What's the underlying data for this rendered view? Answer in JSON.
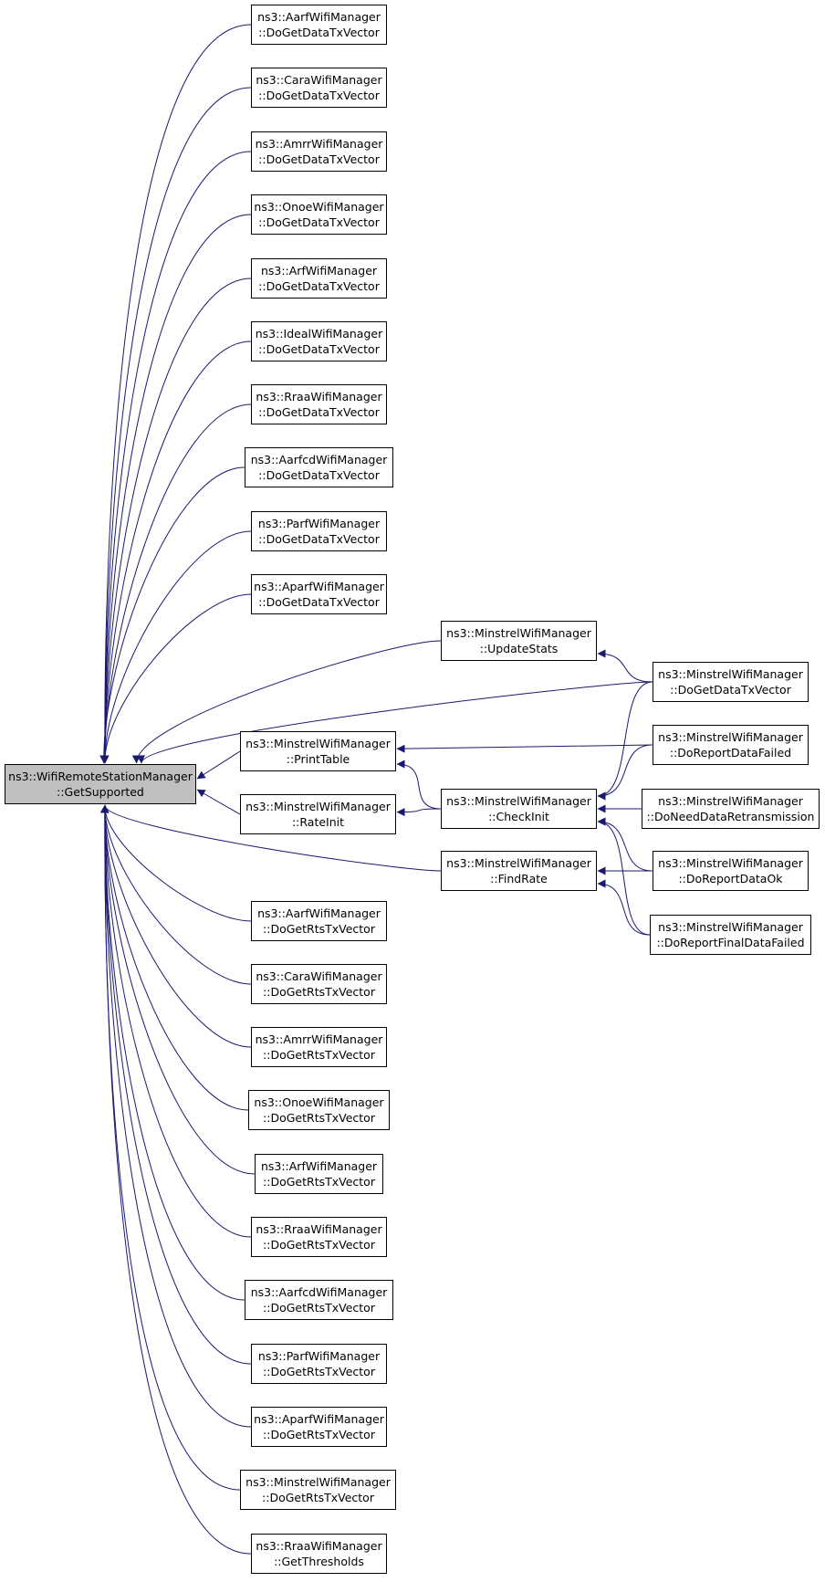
{
  "colors": {
    "edge": "#191970",
    "root_fill": "#bfbfbf",
    "node_fill": "#ffffff",
    "border": "#000000"
  },
  "nodes": [
    {
      "id": "root",
      "lines": [
        "ns3::WifiRemoteStationManager",
        "::GetSupported"
      ],
      "root": true
    },
    {
      "id": "aarf-data",
      "lines": [
        "ns3::AarfWifiManager",
        "::DoGetDataTxVector"
      ]
    },
    {
      "id": "cara-data",
      "lines": [
        "ns3::CaraWifiManager",
        "::DoGetDataTxVector"
      ]
    },
    {
      "id": "amrr-data",
      "lines": [
        "ns3::AmrrWifiManager",
        "::DoGetDataTxVector"
      ]
    },
    {
      "id": "onoe-data",
      "lines": [
        "ns3::OnoeWifiManager",
        "::DoGetDataTxVector"
      ]
    },
    {
      "id": "arf-data",
      "lines": [
        "ns3::ArfWifiManager",
        "::DoGetDataTxVector"
      ]
    },
    {
      "id": "ideal-data",
      "lines": [
        "ns3::IdealWifiManager",
        "::DoGetDataTxVector"
      ]
    },
    {
      "id": "rraa-data",
      "lines": [
        "ns3::RraaWifiManager",
        "::DoGetDataTxVector"
      ]
    },
    {
      "id": "aarfcd-data",
      "lines": [
        "ns3::AarfcdWifiManager",
        "::DoGetDataTxVector"
      ]
    },
    {
      "id": "parf-data",
      "lines": [
        "ns3::ParfWifiManager",
        "::DoGetDataTxVector"
      ]
    },
    {
      "id": "aparf-data",
      "lines": [
        "ns3::AparfWifiManager",
        "::DoGetDataTxVector"
      ]
    },
    {
      "id": "minstrel-updatestats",
      "lines": [
        "ns3::MinstrelWifiManager",
        "::UpdateStats"
      ]
    },
    {
      "id": "minstrel-printtable",
      "lines": [
        "ns3::MinstrelWifiManager",
        "::PrintTable"
      ]
    },
    {
      "id": "minstrel-rateinit",
      "lines": [
        "ns3::MinstrelWifiManager",
        "::RateInit"
      ]
    },
    {
      "id": "minstrel-checkinit",
      "lines": [
        "ns3::MinstrelWifiManager",
        "::CheckInit"
      ]
    },
    {
      "id": "minstrel-findrate",
      "lines": [
        "ns3::MinstrelWifiManager",
        "::FindRate"
      ]
    },
    {
      "id": "minstrel-dogetdata",
      "lines": [
        "ns3::MinstrelWifiManager",
        "::DoGetDataTxVector"
      ]
    },
    {
      "id": "minstrel-doreportdatafailed",
      "lines": [
        "ns3::MinstrelWifiManager",
        "::DoReportDataFailed"
      ]
    },
    {
      "id": "minstrel-doneeddataretrans",
      "lines": [
        "ns3::MinstrelWifiManager",
        "::DoNeedDataRetransmission"
      ]
    },
    {
      "id": "minstrel-doreportdataok",
      "lines": [
        "ns3::MinstrelWifiManager",
        "::DoReportDataOk"
      ]
    },
    {
      "id": "minstrel-doreportfinaldatafailed",
      "lines": [
        "ns3::MinstrelWifiManager",
        "::DoReportFinalDataFailed"
      ]
    },
    {
      "id": "aarf-rts",
      "lines": [
        "ns3::AarfWifiManager",
        "::DoGetRtsTxVector"
      ]
    },
    {
      "id": "cara-rts",
      "lines": [
        "ns3::CaraWifiManager",
        "::DoGetRtsTxVector"
      ]
    },
    {
      "id": "amrr-rts",
      "lines": [
        "ns3::AmrrWifiManager",
        "::DoGetRtsTxVector"
      ]
    },
    {
      "id": "onoe-rts",
      "lines": [
        "ns3::OnoeWifiManager",
        "::DoGetRtsTxVector"
      ]
    },
    {
      "id": "arf-rts",
      "lines": [
        "ns3::ArfWifiManager",
        "::DoGetRtsTxVector"
      ]
    },
    {
      "id": "rraa-rts",
      "lines": [
        "ns3::RraaWifiManager",
        "::DoGetRtsTxVector"
      ]
    },
    {
      "id": "aarfcd-rts",
      "lines": [
        "ns3::AarfcdWifiManager",
        "::DoGetRtsTxVector"
      ]
    },
    {
      "id": "parf-rts",
      "lines": [
        "ns3::ParfWifiManager",
        "::DoGetRtsTxVector"
      ]
    },
    {
      "id": "aparf-rts",
      "lines": [
        "ns3::AparfWifiManager",
        "::DoGetRtsTxVector"
      ]
    },
    {
      "id": "minstrel-rts",
      "lines": [
        "ns3::MinstrelWifiManager",
        "::DoGetRtsTxVector"
      ]
    },
    {
      "id": "rraa-thresholds",
      "lines": [
        "ns3::RraaWifiManager",
        "::GetThresholds"
      ]
    }
  ],
  "edges": [
    [
      "aarf-data",
      "root"
    ],
    [
      "cara-data",
      "root"
    ],
    [
      "amrr-data",
      "root"
    ],
    [
      "onoe-data",
      "root"
    ],
    [
      "arf-data",
      "root"
    ],
    [
      "ideal-data",
      "root"
    ],
    [
      "rraa-data",
      "root"
    ],
    [
      "aarfcd-data",
      "root"
    ],
    [
      "parf-data",
      "root"
    ],
    [
      "aparf-data",
      "root"
    ],
    [
      "minstrel-updatestats",
      "root"
    ],
    [
      "minstrel-dogetdata",
      "root"
    ],
    [
      "minstrel-printtable",
      "root"
    ],
    [
      "minstrel-rateinit",
      "root"
    ],
    [
      "minstrel-findrate",
      "root"
    ],
    [
      "aarf-rts",
      "root"
    ],
    [
      "cara-rts",
      "root"
    ],
    [
      "amrr-rts",
      "root"
    ],
    [
      "onoe-rts",
      "root"
    ],
    [
      "arf-rts",
      "root"
    ],
    [
      "rraa-rts",
      "root"
    ],
    [
      "aarfcd-rts",
      "root"
    ],
    [
      "parf-rts",
      "root"
    ],
    [
      "aparf-rts",
      "root"
    ],
    [
      "minstrel-rts",
      "root"
    ],
    [
      "rraa-thresholds",
      "root"
    ],
    [
      "minstrel-dogetdata",
      "minstrel-updatestats"
    ],
    [
      "minstrel-doreportdatafailed",
      "minstrel-printtable"
    ],
    [
      "minstrel-checkinit",
      "minstrel-printtable"
    ],
    [
      "minstrel-checkinit",
      "minstrel-rateinit"
    ],
    [
      "minstrel-dogetdata",
      "minstrel-checkinit"
    ],
    [
      "minstrel-doreportdatafailed",
      "minstrel-checkinit"
    ],
    [
      "minstrel-doneeddataretrans",
      "minstrel-checkinit"
    ],
    [
      "minstrel-doreportdataok",
      "minstrel-checkinit"
    ],
    [
      "minstrel-doreportfinaldatafailed",
      "minstrel-checkinit"
    ],
    [
      "minstrel-doreportdataok",
      "minstrel-findrate"
    ],
    [
      "minstrel-doreportfinaldatafailed",
      "minstrel-findrate"
    ]
  ]
}
